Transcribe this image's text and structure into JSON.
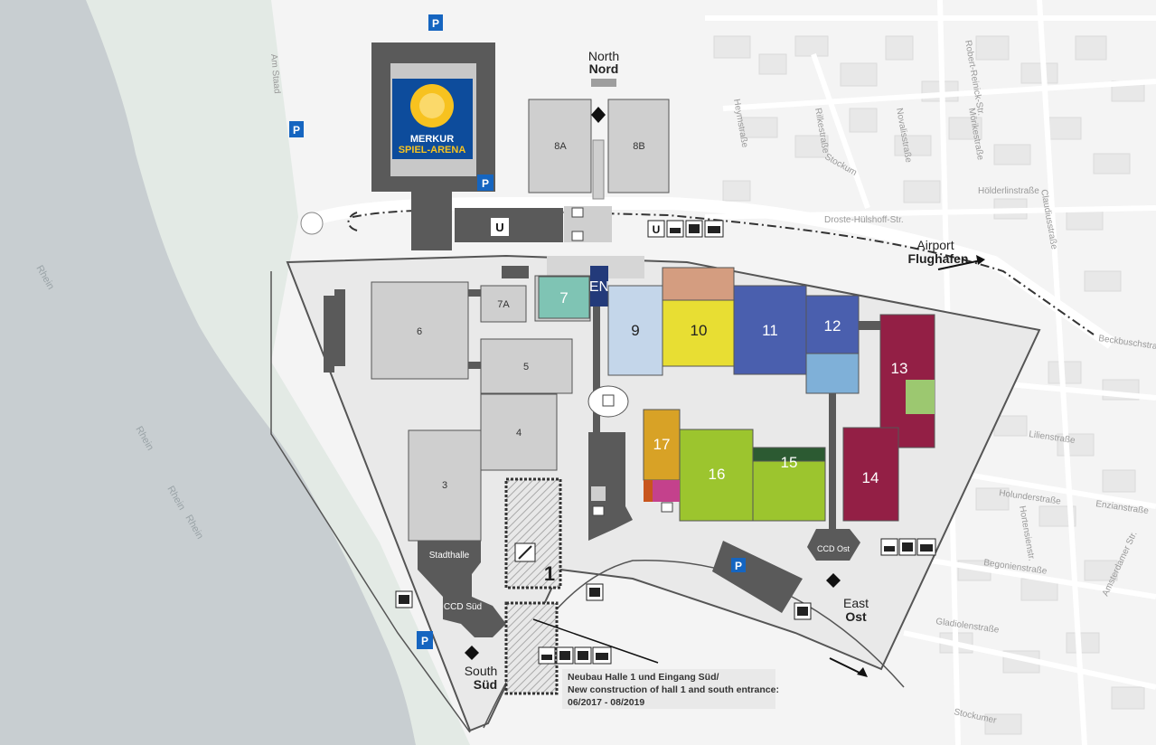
{
  "map": {
    "venue_logo": {
      "line1": "MERKUR",
      "line2": "SPIEL-ARENA"
    },
    "entrances": {
      "north": {
        "en": "North",
        "de": "Nord"
      },
      "south": {
        "en": "South",
        "de": "Süd"
      },
      "east": {
        "en": "East",
        "de": "Ost"
      },
      "airport": {
        "en": "Airport",
        "de": "Flughafen"
      }
    },
    "halls": [
      {
        "id": "1",
        "label": "1",
        "color": "#e8e8e8"
      },
      {
        "id": "3",
        "label": "3",
        "color": "#cfcfcf"
      },
      {
        "id": "4",
        "label": "4",
        "color": "#cfcfcf"
      },
      {
        "id": "5",
        "label": "5",
        "color": "#cfcfcf"
      },
      {
        "id": "6",
        "label": "6",
        "color": "#cfcfcf"
      },
      {
        "id": "7A",
        "label": "7A",
        "color": "#cfcfcf"
      },
      {
        "id": "7",
        "label": "7",
        "color": "#7fc4b4"
      },
      {
        "id": "8A",
        "label": "8A",
        "color": "#cfcfcf"
      },
      {
        "id": "8B",
        "label": "8B",
        "color": "#cfcfcf"
      },
      {
        "id": "9",
        "label": "9",
        "color": "#c4d6ea"
      },
      {
        "id": "10",
        "label": "10",
        "color": "#e8de33"
      },
      {
        "id": "11",
        "label": "11",
        "color": "#4a5fae"
      },
      {
        "id": "12",
        "label": "12",
        "color": "#4a5fae"
      },
      {
        "id": "13",
        "label": "13",
        "color": "#931f45"
      },
      {
        "id": "14",
        "label": "14",
        "color": "#931f45"
      },
      {
        "id": "15",
        "label": "15",
        "color": "#9cc52e"
      },
      {
        "id": "16",
        "label": "16",
        "color": "#9cc52e"
      },
      {
        "id": "17",
        "label": "17",
        "color": "#d8a226"
      }
    ],
    "buildings": {
      "stadthalle": "Stadthalle",
      "ccd_sued": "CCD Süd",
      "ccd_ost": "CCD Ost",
      "entrance_nord_label": "EN"
    },
    "construction_note": {
      "line1": "Neubau Halle 1 und Eingang Süd/",
      "line2": "New construction of hall 1 and south entrance:",
      "line3": "06/2017 - 08/2019"
    },
    "streets": [
      "Am Staad",
      "Stockum",
      "Droste-Hülshoff-Str.",
      "Hölderlinstraße",
      "Beckbuschstraße",
      "Lilienstraße",
      "Holunderstraße",
      "Begonienstraße",
      "Gladiolenstraße",
      "Enzianstraße",
      "Amsterdamer Str.",
      "Stockumer",
      "Robert-Reinick-Str.",
      "Rilkestraße",
      "Novalisstraße",
      "Mörikestraße",
      "Claudiusstraße",
      "Heymstraße",
      "Hortensienstr."
    ],
    "river": [
      "Rhein",
      "Rhein",
      "Rhein",
      "Rhein"
    ],
    "icons": [
      "parking-icon",
      "subway-icon",
      "taxi-icon",
      "bus-icon",
      "shuttle-icon",
      "restaurant-icon",
      "construction-icon",
      "arrow-icon"
    ],
    "colors": {
      "water": "#c8ced1",
      "land": "#f4f4f4",
      "park": "#e3eae5",
      "venue_ground": "#e9e9e9",
      "building_dark": "#5a5a5a",
      "parking_blue": "#1565c0"
    }
  }
}
